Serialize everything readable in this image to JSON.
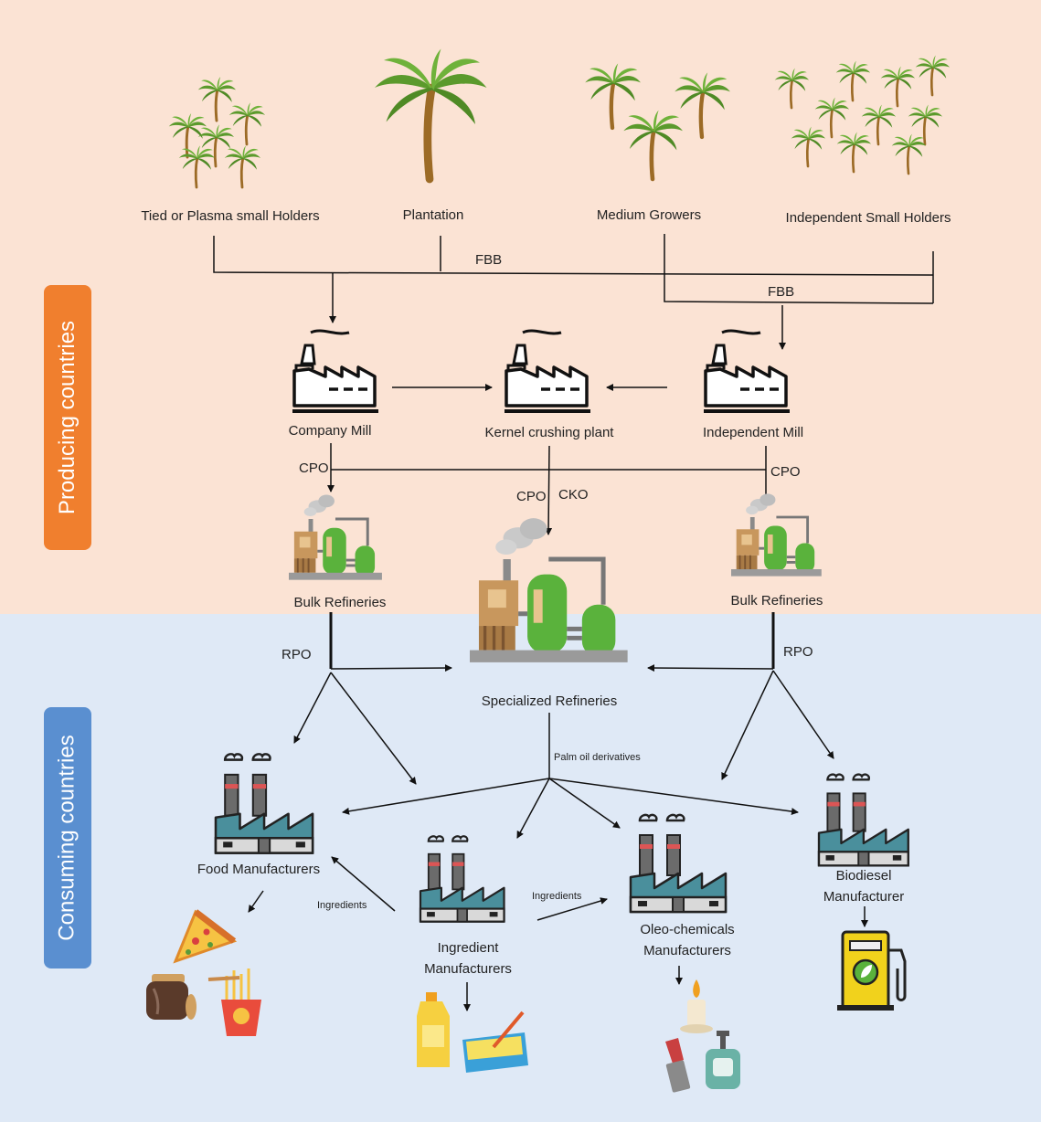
{
  "regions": {
    "producing": "Producing countries",
    "consuming": "Consuming countries"
  },
  "growers": {
    "tied": "Tied or Plasma small Holders",
    "plantation": "Plantation",
    "medium": "Medium Growers",
    "independent": "Independent Small Holders"
  },
  "flows": {
    "fbb_1": "FBB",
    "fbb_2": "FBB",
    "cpo_left": "CPO",
    "cpo_right": "CPO",
    "cpo_center": "CPO",
    "cko_center": "CKO",
    "rpo_left": "RPO",
    "rpo_right": "RPO",
    "derivatives": "Palm oil derivatives",
    "ingredients_left": "Ingredients",
    "ingredients_right": "Ingredients"
  },
  "mills": {
    "company": "Company Mill",
    "kernel": "Kernel crushing plant",
    "independent": "Independent Mill"
  },
  "refineries": {
    "bulk_left": "Bulk Refineries",
    "bulk_right": "Bulk Refineries",
    "specialized": "Specialized Refineries"
  },
  "manufacturers": {
    "food": "Food Manufacturers",
    "ingredient": "Ingredient Manufacturers",
    "oleo": "Oleo-chemicals Manufacturers",
    "biodiesel": "Biodiesel Manufacturer"
  },
  "colors": {
    "producing_bg": "#fbe3d4",
    "consuming_bg": "#dfe9f6",
    "producing_tab": "#f07f2e",
    "consuming_tab": "#5a8fd0",
    "palm_leaf": "#5b9a2c",
    "palm_trunk": "#9c6b26",
    "factory_teal": "#4a8f9c"
  },
  "icons": [
    "palm-tree-icon",
    "factory-icon",
    "refinery-icon",
    "industrial-plant-icon",
    "pizza-icon",
    "jar-icon",
    "noodles-icon",
    "oil-bottle-icon",
    "butter-icon",
    "candle-icon",
    "lipstick-icon",
    "soap-bottle-icon",
    "fuel-pump-icon"
  ]
}
